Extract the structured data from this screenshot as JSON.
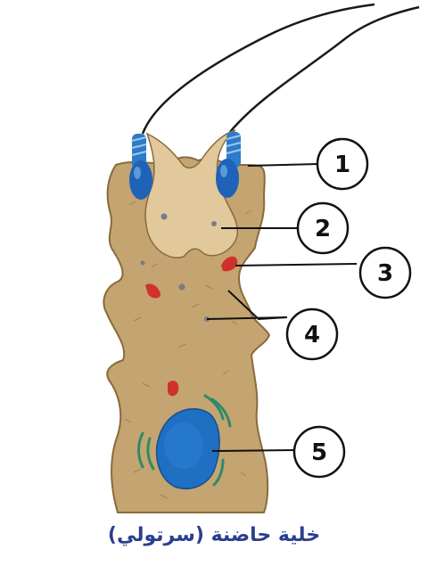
{
  "labels": [
    {
      "id": "1",
      "text": "1"
    },
    {
      "id": "2",
      "text": "2"
    },
    {
      "id": "3",
      "text": "3"
    },
    {
      "id": "4",
      "text": "4"
    },
    {
      "id": "5",
      "text": "5"
    }
  ],
  "caption": "خلية حاضنة (سرتولي)",
  "colors": {
    "cell_fill": "#c4a470",
    "cell_outline": "#8a6a3c",
    "spermatid_fill": "#e2c99c",
    "sperm_head": "#1e63b8",
    "nucleus": "#1f6fc2",
    "red_organelle": "#d0322b",
    "green_organelle": "#2e8a6a",
    "caption": "#2b3f8f"
  }
}
